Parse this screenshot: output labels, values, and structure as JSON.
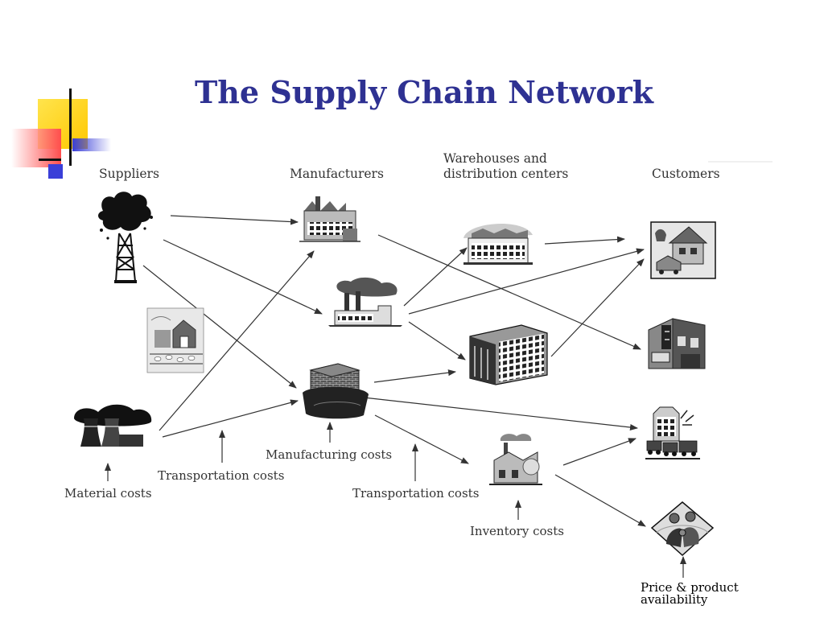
{
  "title": "The Supply Chain Network",
  "colors": {
    "title": "#2e3192",
    "deco_yellow": "#ffd400",
    "deco_red": "#ff3b3b",
    "deco_blue": "#3a3fd8",
    "arrow": "#333333"
  },
  "columns": {
    "suppliers": "Suppliers",
    "manufacturers": "Manufacturers",
    "warehouses_line1": "Warehouses and",
    "warehouses_line2": "distribution centers",
    "customers": "Customers"
  },
  "costs": {
    "material": "Material costs",
    "transportation_1": "Transportation costs",
    "manufacturing": "Manufacturing costs",
    "transportation_2": "Transportation costs",
    "inventory": "Inventory costs",
    "price_line1": "Price & product",
    "price_line2": "availability"
  },
  "icons": {
    "oil_rig": "oil-rig-icon",
    "farm": "farm-icon",
    "power_plant": "power-plant-icon",
    "factory_1": "factory-icon",
    "factory_2": "smoking-factory-icon",
    "factory_3": "brick-factory-icon",
    "warehouse": "warehouse-icon",
    "office_building": "office-building-icon",
    "distribution_center": "distribution-center-icon",
    "house": "house-icon",
    "store": "store-icon",
    "hotel": "hotel-icon",
    "family": "family-icon"
  }
}
